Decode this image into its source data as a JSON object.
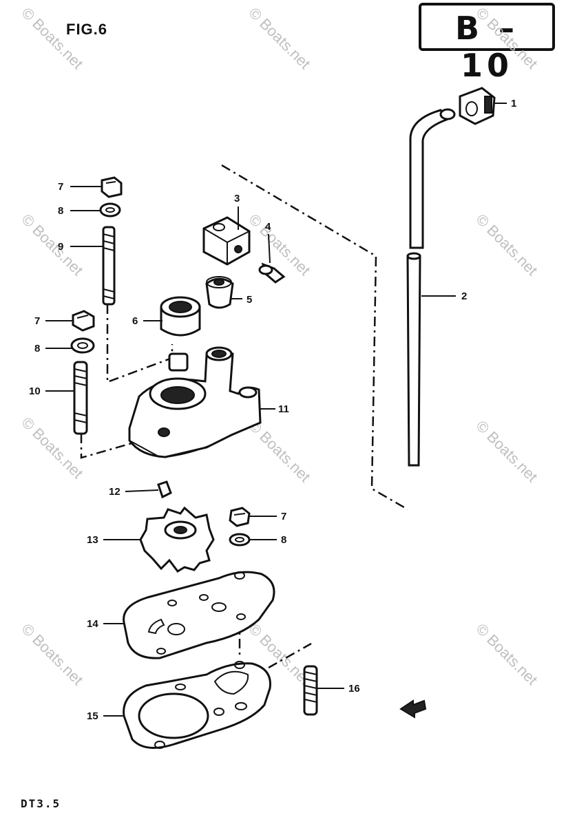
{
  "header": {
    "figure_label": "FIG.6",
    "page_code": "B – 10"
  },
  "footer": {
    "model_code": "DT3.5"
  },
  "watermark": "© Boats.net",
  "callouts": [
    {
      "id": "c1",
      "label": "1"
    },
    {
      "id": "c2",
      "label": "2"
    },
    {
      "id": "c3",
      "label": "3"
    },
    {
      "id": "c4",
      "label": "4"
    },
    {
      "id": "c5",
      "label": "5"
    },
    {
      "id": "c6",
      "label": "6"
    },
    {
      "id": "c7a",
      "label": "7"
    },
    {
      "id": "c8a",
      "label": "8"
    },
    {
      "id": "c9",
      "label": "9"
    },
    {
      "id": "c7b",
      "label": "7"
    },
    {
      "id": "c8b",
      "label": "8"
    },
    {
      "id": "c10",
      "label": "10"
    },
    {
      "id": "c11",
      "label": "11"
    },
    {
      "id": "c12",
      "label": "12"
    },
    {
      "id": "c13",
      "label": "13"
    },
    {
      "id": "c7c",
      "label": "7"
    },
    {
      "id": "c8c",
      "label": "8"
    },
    {
      "id": "c14",
      "label": "14"
    },
    {
      "id": "c15",
      "label": "15"
    },
    {
      "id": "c16",
      "label": "16"
    }
  ]
}
